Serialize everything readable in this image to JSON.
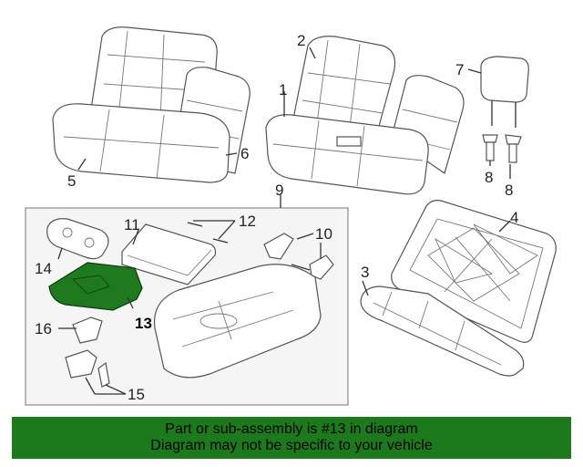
{
  "callouts": {
    "c1": "1",
    "c2": "2",
    "c3": "3",
    "c4": "4",
    "c5": "5",
    "c6": "6",
    "c7": "7",
    "c8a": "8",
    "c8b": "8",
    "c9": "9",
    "c10": "10",
    "c11": "11",
    "c12": "12",
    "c13": "13",
    "c14": "14",
    "c15": "15",
    "c16": "16"
  },
  "highlight": {
    "part_number": "13",
    "color": "#1f7a1f"
  },
  "banner": {
    "line1": "Part or sub-assembly is #13 in diagram",
    "line2": "Diagram may not be specific to your vehicle",
    "color": "#1c7a1c"
  }
}
